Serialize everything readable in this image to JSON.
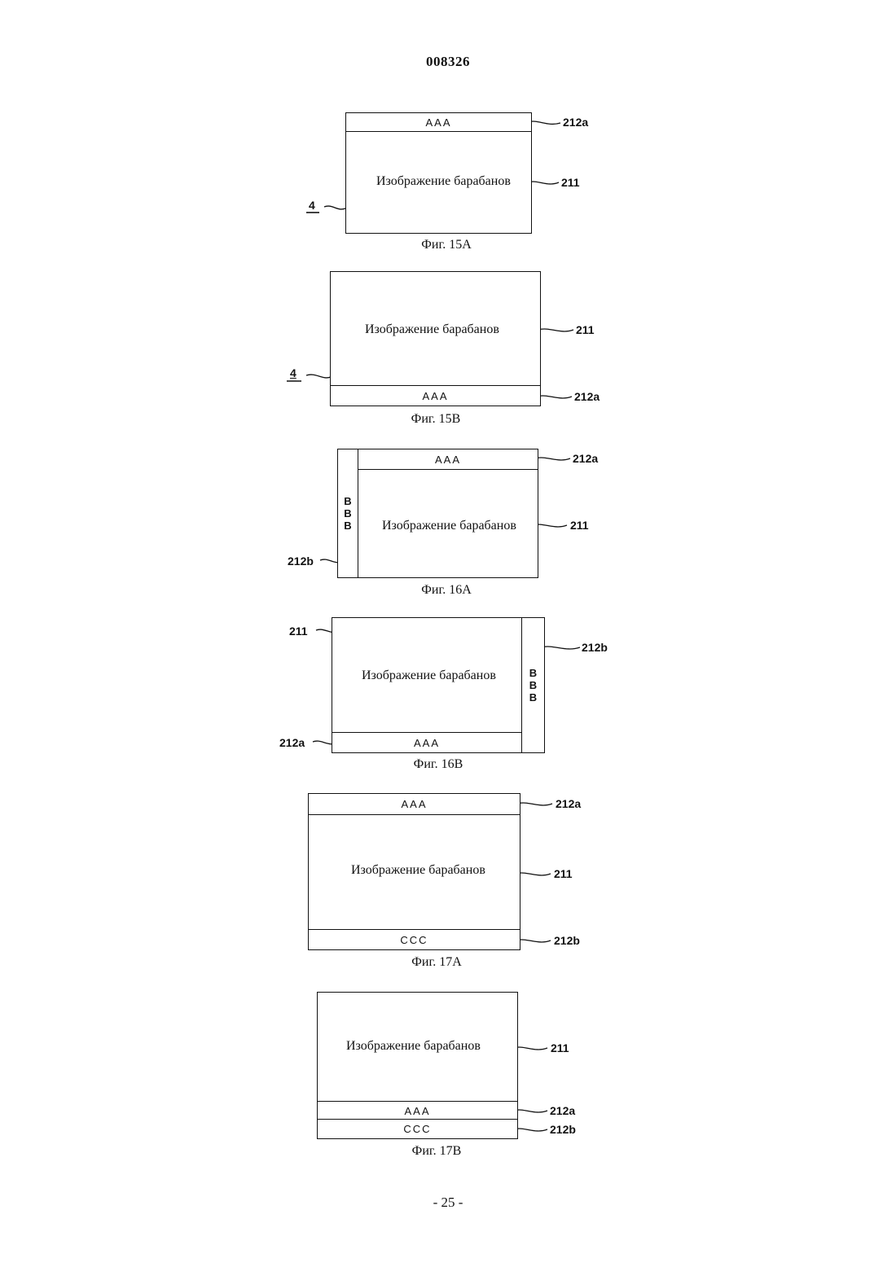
{
  "header": {
    "doc_number": "008326"
  },
  "footer": {
    "page_number": "- 25 -"
  },
  "figures": [
    {
      "caption": "Фиг. 15A",
      "main_text": "Изображение барабанов",
      "top_band": "AAA",
      "refs": {
        "top": "212a",
        "main": "211",
        "frame": "4"
      }
    },
    {
      "caption": "Фиг. 15B",
      "main_text": "Изображение барабанов",
      "bottom_band": "AAA",
      "refs": {
        "main": "211",
        "bottom": "212a",
        "frame": "4"
      }
    },
    {
      "caption": "Фиг. 16A",
      "main_text": "Изображение барабанов",
      "top_band": "AAA",
      "side_band": "B\nB\nB",
      "refs": {
        "top": "212a",
        "main": "211",
        "side": "212b"
      }
    },
    {
      "caption": "Фиг. 16B",
      "main_text": "Изображение барабанов",
      "bottom_band": "AAA",
      "side_band": "B\nB\nB",
      "refs": {
        "main": "211",
        "side": "212b",
        "bottom": "212a"
      }
    },
    {
      "caption": "Фиг. 17A",
      "main_text": "Изображение барабанов",
      "top_band": "AAA",
      "bottom_band": "CCC",
      "refs": {
        "top": "212a",
        "main": "211",
        "bottom": "212b"
      }
    },
    {
      "caption": "Фиг. 17B",
      "main_text": "Изображение барабанов",
      "band_1": "AAA",
      "band_2": "CCC",
      "refs": {
        "main": "211",
        "band_1": "212a",
        "band_2": "212b"
      }
    }
  ]
}
